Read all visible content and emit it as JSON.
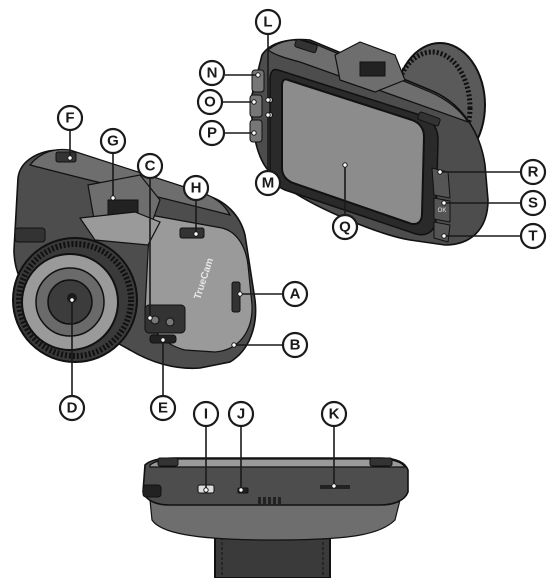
{
  "brand_text": "TrueCam",
  "ok_label": "OK",
  "callouts": [
    {
      "id": "A",
      "label": "A"
    },
    {
      "id": "B",
      "label": "B"
    },
    {
      "id": "C",
      "label": "C"
    },
    {
      "id": "D",
      "label": "D"
    },
    {
      "id": "E",
      "label": "E"
    },
    {
      "id": "F",
      "label": "F"
    },
    {
      "id": "G",
      "label": "G"
    },
    {
      "id": "H",
      "label": "H"
    },
    {
      "id": "I",
      "label": "I"
    },
    {
      "id": "J",
      "label": "J"
    },
    {
      "id": "K",
      "label": "K"
    },
    {
      "id": "L",
      "label": "L"
    },
    {
      "id": "M",
      "label": "M"
    },
    {
      "id": "N",
      "label": "N"
    },
    {
      "id": "O",
      "label": "O"
    },
    {
      "id": "P",
      "label": "P"
    },
    {
      "id": "Q",
      "label": "Q"
    },
    {
      "id": "R",
      "label": "R"
    },
    {
      "id": "S",
      "label": "S"
    },
    {
      "id": "T",
      "label": "T"
    }
  ]
}
